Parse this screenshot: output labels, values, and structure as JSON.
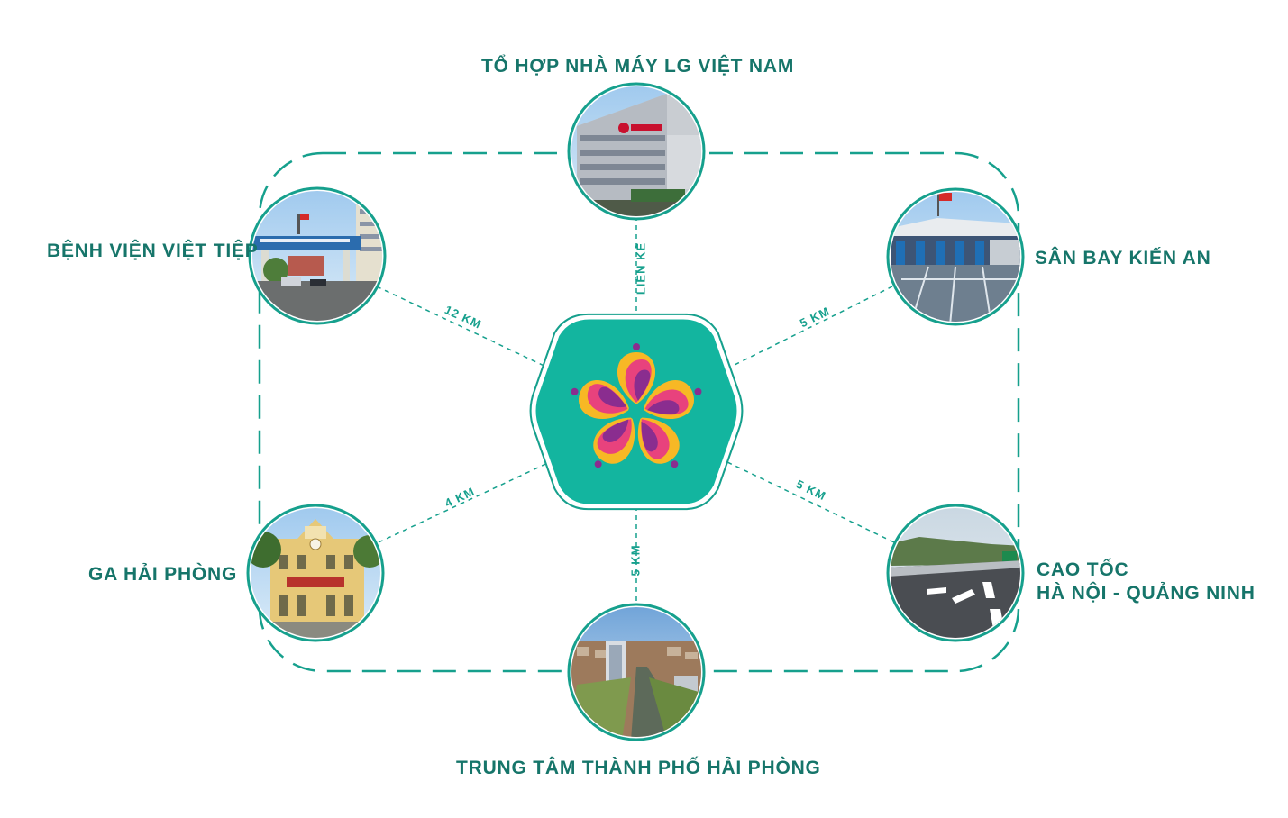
{
  "colors": {
    "teal_line": "#16a08d",
    "teal_hex": "#13b59f",
    "label_text": "#16756a",
    "petal_yellow": "#f7b825",
    "petal_pink": "#e8427d",
    "petal_purple": "#8a2d8f"
  },
  "center_logo": {
    "icon": "flower-logo-icon"
  },
  "places": {
    "top": {
      "label": "TỔ HỢP NHÀ MÁY LG VIỆT NAM",
      "photo": "lg-factory-photo",
      "distance": "LIỀN KỀ"
    },
    "top_left": {
      "label": "BỆNH VIỆN VIỆT TIỆP",
      "photo": "hospital-gate-photo",
      "distance": "12 KM"
    },
    "top_right": {
      "label": "SÂN BAY KIẾN AN",
      "photo": "airport-photo",
      "distance": "5 KM"
    },
    "bottom_left": {
      "label": "GA HẢI PHÒNG",
      "photo": "train-station-photo",
      "distance": "4 KM"
    },
    "bottom_right": {
      "label_line1": "CAO TỐC",
      "label_line2": "HÀ NỘI - QUẢNG NINH",
      "photo": "expressway-photo",
      "distance": "5 KM"
    },
    "bottom": {
      "label": "TRUNG TÂM THÀNH PHỐ HẢI PHÒNG",
      "photo": "city-center-photo",
      "distance": "5 KM"
    }
  }
}
